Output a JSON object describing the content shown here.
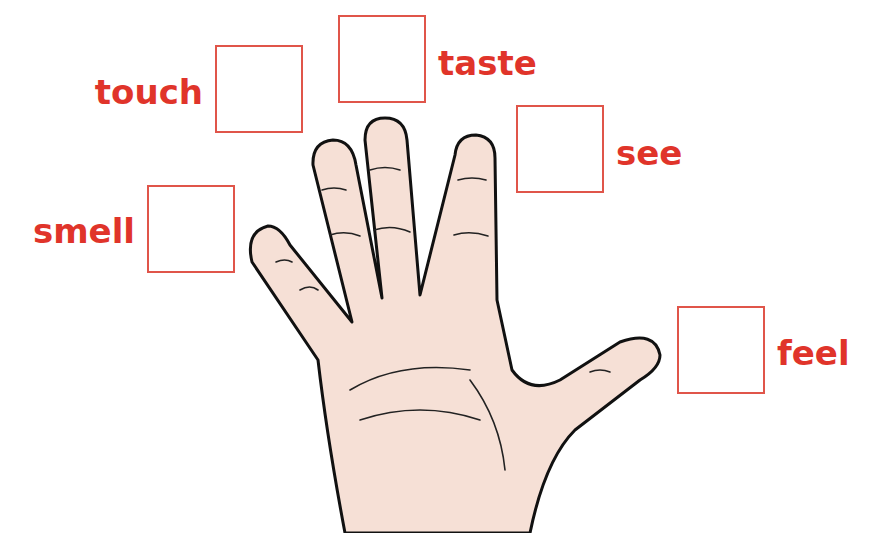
{
  "diagram": {
    "nodes": [
      {
        "text": [
          "touch"
        ]
      },
      {
        "text": [
          "taste"
        ]
      },
      {
        "text": [
          "see"
        ]
      },
      {
        "text": [
          "smell"
        ]
      },
      {
        "text": [
          "feel"
        ]
      }
    ]
  }
}
